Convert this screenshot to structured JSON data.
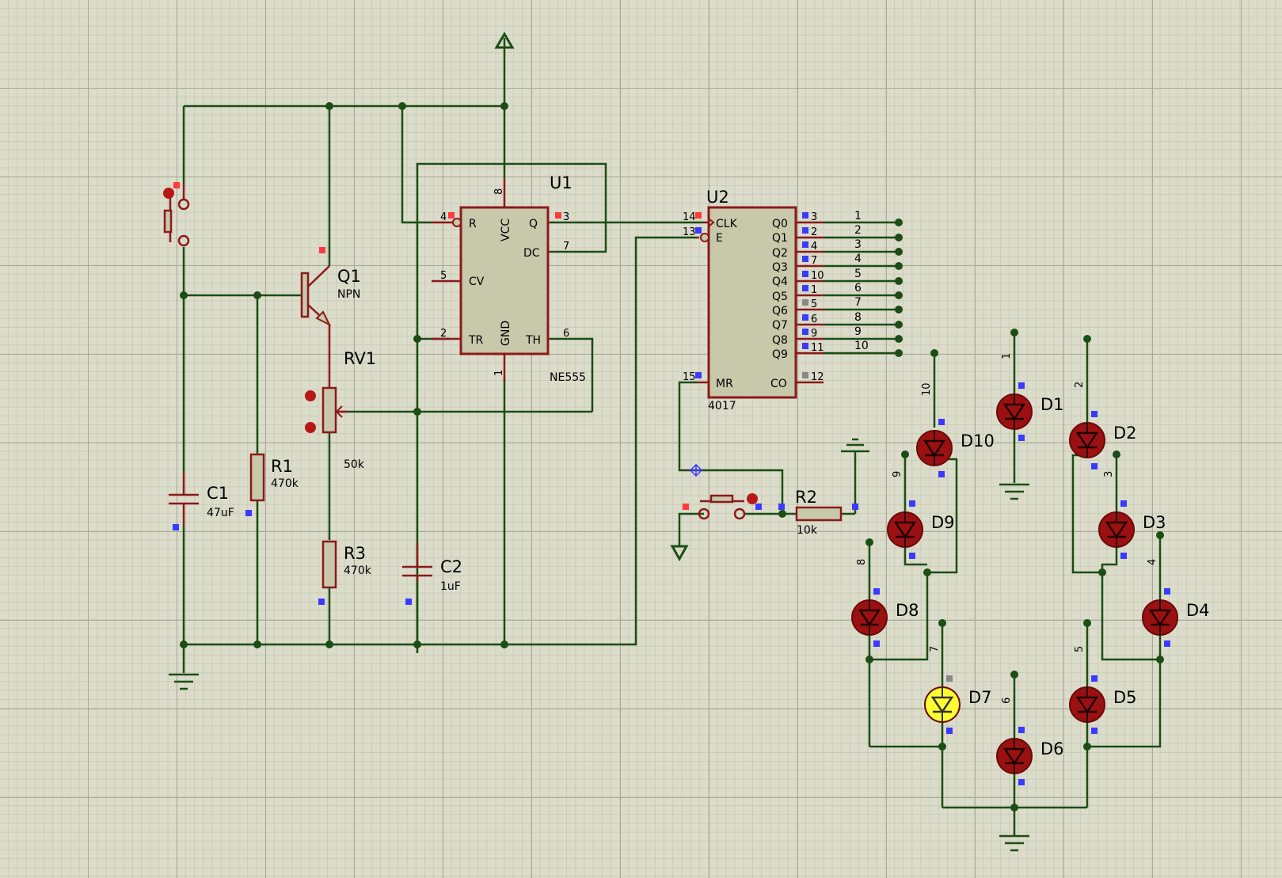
{
  "u1": {
    "ref": "U1",
    "type": "NE555",
    "pins": {
      "r": "R",
      "vcc": "VCC",
      "q": "Q",
      "dc": "DC",
      "cv": "CV",
      "tr": "TR",
      "gnd": "GND",
      "th": "TH"
    },
    "pin_numbers": {
      "p4": "4",
      "p8": "8",
      "p3": "3",
      "p7": "7",
      "p5": "5",
      "p2": "2",
      "p6": "6",
      "p1": "1"
    }
  },
  "u2": {
    "ref": "U2",
    "type": "4017",
    "pins": {
      "clk": "CLK",
      "e": "E",
      "mr": "MR",
      "co": "CO",
      "q0": "Q0",
      "q1": "Q1",
      "q2": "Q2",
      "q3": "Q3",
      "q4": "Q4",
      "q5": "Q5",
      "q6": "Q6",
      "q7": "Q7",
      "q8": "Q8",
      "q9": "Q9"
    },
    "pin_numbers": {
      "clk": "14",
      "e": "13",
      "mr": "15",
      "co": "12",
      "q0": "3",
      "q1": "2",
      "q2": "4",
      "q3": "7",
      "q4": "10",
      "q5": "1",
      "q6": "5",
      "q7": "6",
      "q8": "9",
      "q9": "11"
    },
    "net_labels": [
      "1",
      "2",
      "3",
      "4",
      "5",
      "6",
      "7",
      "8",
      "9",
      "10"
    ]
  },
  "q1": {
    "ref": "Q1",
    "type": "NPN"
  },
  "rv1": {
    "ref": "RV1",
    "value": "50k"
  },
  "r1": {
    "ref": "R1",
    "value": "470k"
  },
  "r2": {
    "ref": "R2",
    "value": "10k"
  },
  "r3": {
    "ref": "R3",
    "value": "470k"
  },
  "c1": {
    "ref": "C1",
    "value": "47uF"
  },
  "c2": {
    "ref": "C2",
    "value": "1uF"
  },
  "leds": {
    "d1": {
      "ref": "D1",
      "net": "1",
      "lit": false
    },
    "d2": {
      "ref": "D2",
      "net": "2",
      "lit": false
    },
    "d3": {
      "ref": "D3",
      "net": "3",
      "lit": false
    },
    "d4": {
      "ref": "D4",
      "net": "4",
      "lit": false
    },
    "d5": {
      "ref": "D5",
      "net": "5",
      "lit": false
    },
    "d6": {
      "ref": "D6",
      "net": "6",
      "lit": false
    },
    "d7": {
      "ref": "D7",
      "net": "7",
      "lit": true
    },
    "d8": {
      "ref": "D8",
      "net": "8",
      "lit": false
    },
    "d9": {
      "ref": "D9",
      "net": "9",
      "lit": false
    },
    "d10": {
      "ref": "D10",
      "net": "10",
      "lit": false
    }
  },
  "colors": {
    "wire": "#1b4d14",
    "component": "#8b1a1a",
    "led_off": "#9b1111",
    "led_on": "#ffff33",
    "sheet": "#dcdccb"
  }
}
